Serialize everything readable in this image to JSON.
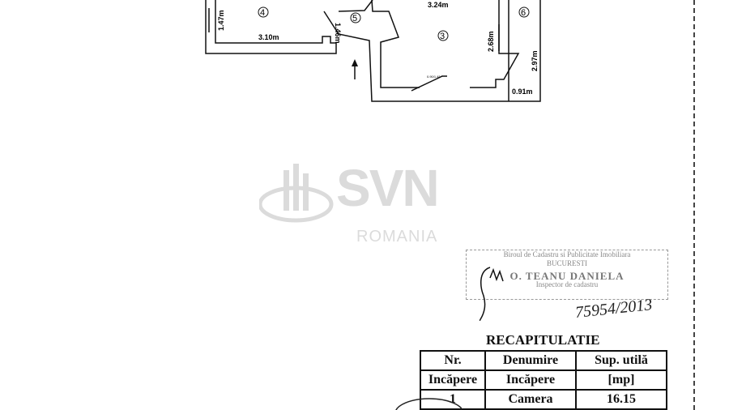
{
  "floor_plan": {
    "rooms": [
      "3",
      "4",
      "5",
      "6"
    ],
    "dimensions": [
      "1.47m",
      "3.10m",
      "1.46m",
      "3.24m",
      "2.68m",
      "2.97m",
      "0.91m",
      "0.90/1.45"
    ]
  },
  "watermark": {
    "brand": "SVN",
    "country": "ROMANIA"
  },
  "stamp": {
    "office": "Biroul de Cadastru si Publicitate Imobiliara",
    "city": "BUCURESTI",
    "name": "O. TEANU DANIELA",
    "role": "Inspector de cadastru"
  },
  "handwritten_number": "75954/2013",
  "summary": {
    "title": "RECAPITULATIE",
    "headers": [
      [
        "Nr.",
        "Denumire",
        "Sup. utilă"
      ],
      [
        "Incăpere",
        "Incăpere",
        "[mp]"
      ]
    ],
    "rows": [
      [
        "1",
        "Camera",
        "16.15"
      ]
    ]
  }
}
